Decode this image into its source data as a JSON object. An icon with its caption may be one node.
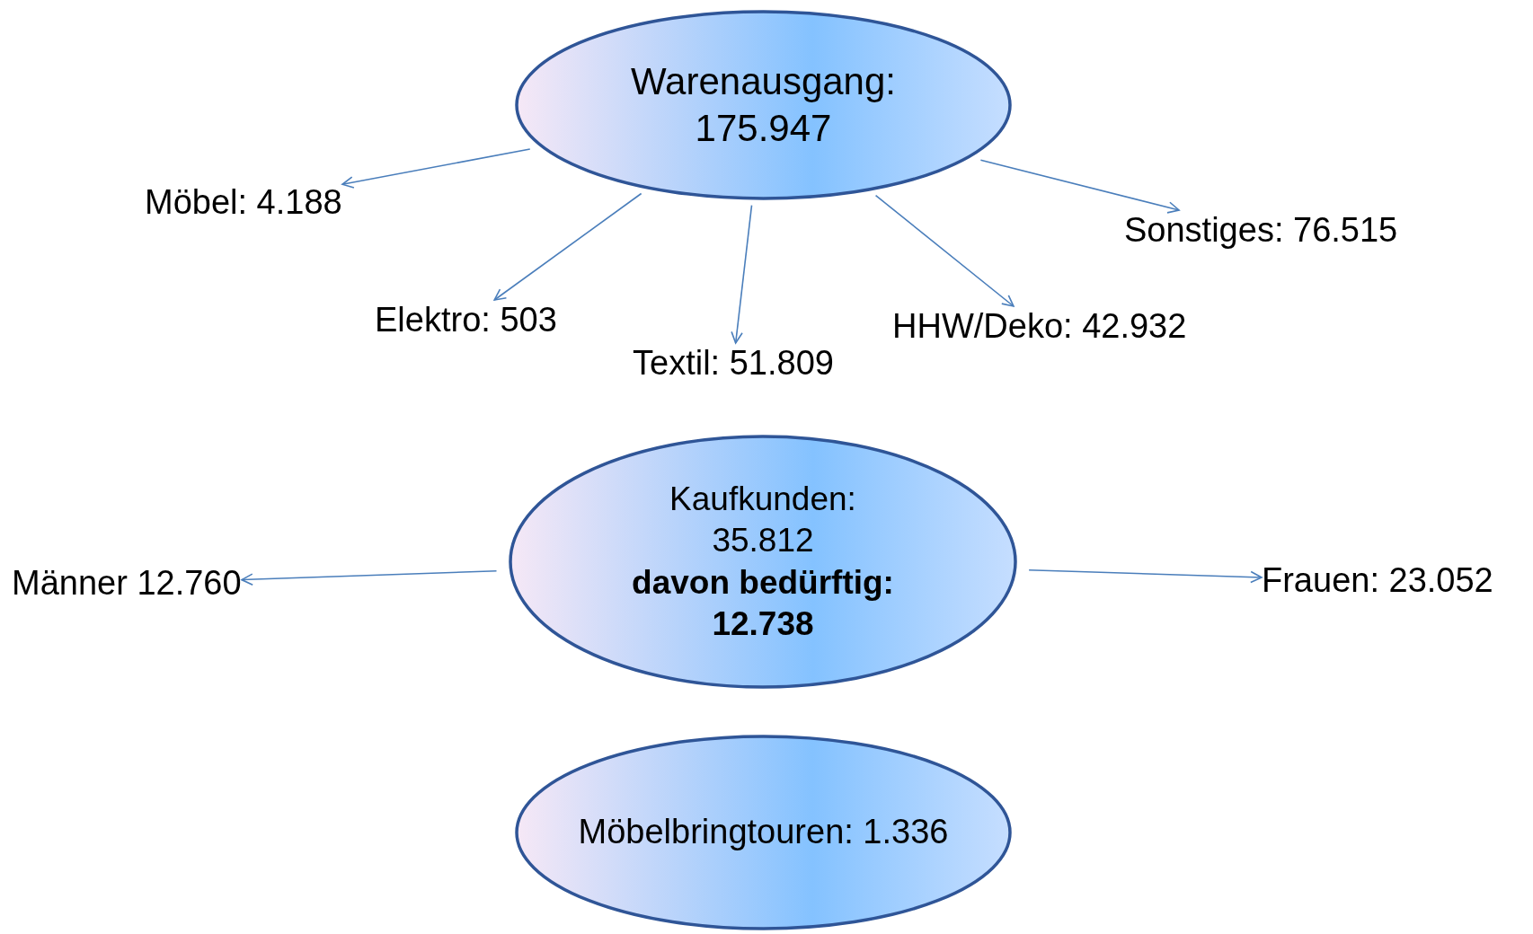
{
  "diagram": {
    "nodes": [
      {
        "text": [
          "Warenausgang: 175.947"
        ]
      },
      {
        "text": [
          "Möbel: 4.188"
        ]
      },
      {
        "text": [
          "Elektro: 503"
        ]
      },
      {
        "text": [
          "Textil: 51.809"
        ]
      },
      {
        "text": [
          "HHW/Deko: 42.932"
        ]
      },
      {
        "text": [
          "Sonstiges: 76.515"
        ]
      },
      {
        "text": [
          "Kaufkunden: 35.812",
          "**davon bedürftig: 12.738**"
        ]
      },
      {
        "text": [
          "Männer 12.760"
        ]
      },
      {
        "text": [
          "Frauen: 23.052"
        ]
      },
      {
        "text": [
          "Möbelbringtouren: 1.336"
        ]
      }
    ],
    "edges": [
      {
        "from": 0,
        "to": 1,
        "arrow": "to"
      },
      {
        "from": 0,
        "to": 2,
        "arrow": "to"
      },
      {
        "from": 0,
        "to": 3,
        "arrow": "to"
      },
      {
        "from": 0,
        "to": 4,
        "arrow": "to"
      },
      {
        "from": 0,
        "to": 5,
        "arrow": "to"
      },
      {
        "from": 6,
        "to": 7,
        "arrow": "to"
      },
      {
        "from": 6,
        "to": 8,
        "arrow": "to"
      }
    ]
  }
}
